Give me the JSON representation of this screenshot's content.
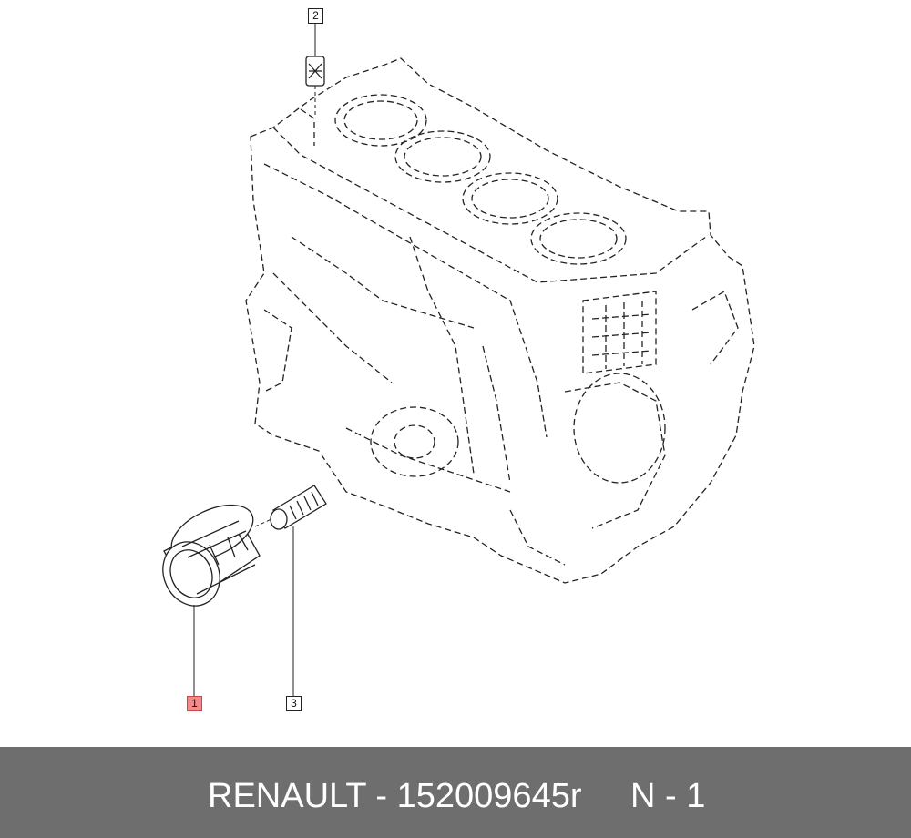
{
  "callouts": [
    {
      "label": "1",
      "highlighted": true
    },
    {
      "label": "2",
      "highlighted": false
    },
    {
      "label": "3",
      "highlighted": false
    }
  ],
  "footer": {
    "part_text": "RENAULT - 152009645r",
    "quantity_text": "N - 1"
  },
  "colors": {
    "footer_background": "#6e6e6e",
    "highlight": "#f28b8b",
    "line": "#222222"
  }
}
